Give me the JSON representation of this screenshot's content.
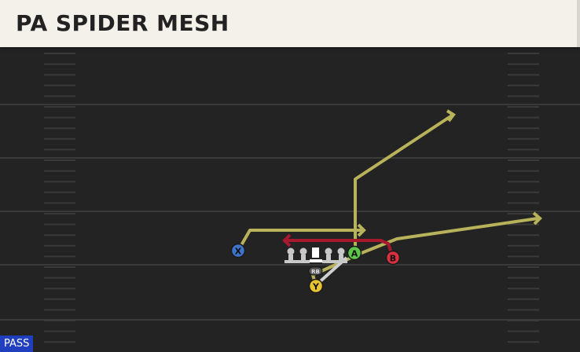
{
  "play": {
    "title": "PA SPIDER MESH",
    "type": "PASS"
  },
  "players": [
    {
      "id": "x",
      "label": "X",
      "color": "#3d74c9"
    },
    {
      "id": "a",
      "label": "A",
      "color": "#5cc84a"
    },
    {
      "id": "b",
      "label": "B",
      "color": "#d8303e"
    },
    {
      "id": "y",
      "label": "Y",
      "color": "#e8c431"
    },
    {
      "id": "rb",
      "label": "RB",
      "color": "#555555"
    }
  ],
  "colors": {
    "field": "#232323",
    "yard_line": "#3a3a3a",
    "route_primary": "#b8b35a",
    "route_b": "#a8192e",
    "route_block": "#cfcfcf",
    "lineman": "#c8c8c8",
    "center": "#ffffff"
  }
}
